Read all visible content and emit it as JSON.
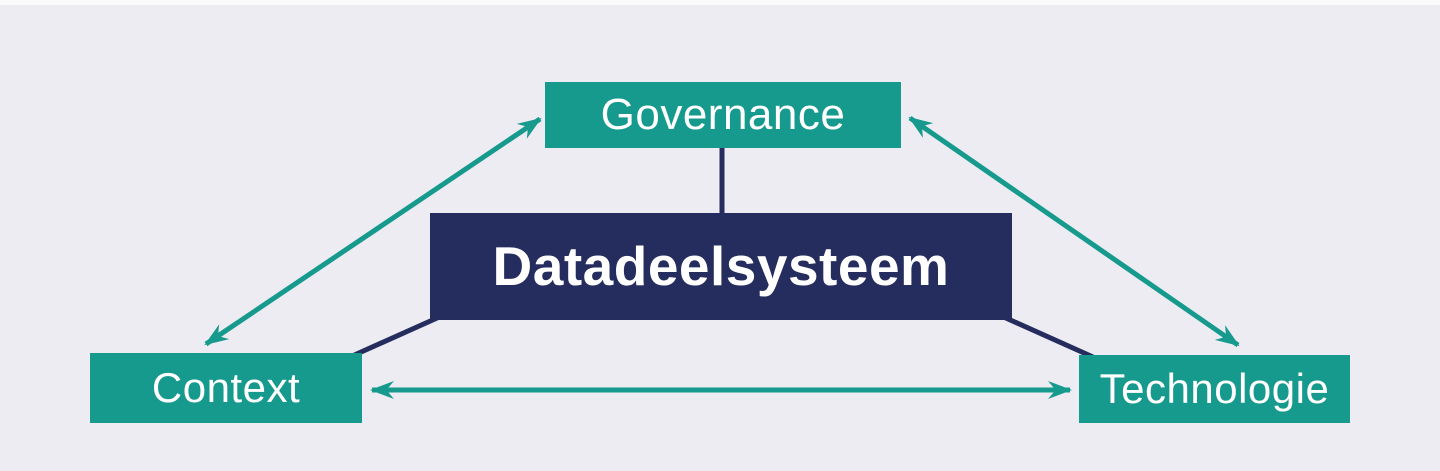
{
  "diagram": {
    "title": "Datadeelsysteem relations diagram",
    "colors": {
      "teal": "#179a8e",
      "navy": "#252c5e",
      "bg": "#edecf2",
      "strip": "#fafafb",
      "label": "#ffffff"
    },
    "nodes": {
      "governance": {
        "label": "Governance"
      },
      "datadeelsysteem": {
        "label": "Datadeelsysteem"
      },
      "context": {
        "label": "Context"
      },
      "technologie": {
        "label": "Technologie"
      }
    },
    "edges": [
      {
        "from": "governance",
        "to": "context",
        "style": "teal",
        "arrows": "both"
      },
      {
        "from": "governance",
        "to": "technologie",
        "style": "teal",
        "arrows": "both"
      },
      {
        "from": "context",
        "to": "technologie",
        "style": "teal",
        "arrows": "both"
      },
      {
        "from": "datadeelsysteem",
        "to": "governance",
        "style": "navy",
        "arrows": "none"
      },
      {
        "from": "datadeelsysteem",
        "to": "context",
        "style": "navy",
        "arrows": "none"
      },
      {
        "from": "datadeelsysteem",
        "to": "technologie",
        "style": "navy",
        "arrows": "none"
      }
    ]
  }
}
